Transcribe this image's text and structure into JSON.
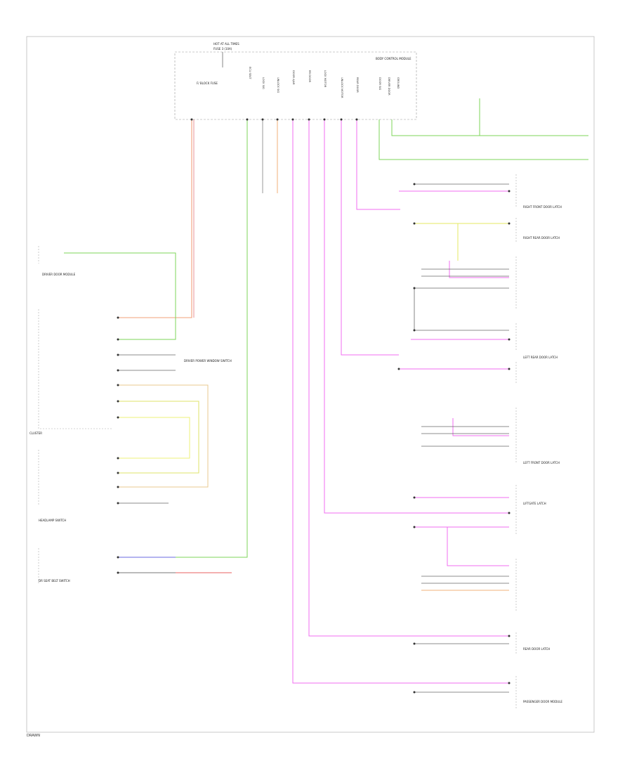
{
  "diagram": {
    "module": {
      "top_labels": [
        "HOT AT ALL TIMES",
        "FUSE 3 (10A)"
      ],
      "fuse_label": "F/\nBLOCK\nFUSE",
      "name": "BODY CONTROL MODULE",
      "pins": [
        "ECU SEAT",
        "LOCK SIG",
        "UNLOCK SIG",
        "DOOR AJAR",
        "RR DOOR",
        "LOCK MOTOR",
        "UNLOCK MOTOR",
        "REAR DOOR",
        "DOOR SIG",
        "DRIVER DOOR",
        "GROUND"
      ]
    },
    "left_components": [
      "DRIVER DOOR MODULE",
      "DRIVER POWER WINDOW SWITCH",
      "CLUSTER",
      "HEADLAMP SWITCH",
      "DR SEAT BELT SWITCH"
    ],
    "right_components": [
      "RIGHT FRONT DOOR LATCH",
      "RIGHT REAR DOOR LATCH",
      "LEFT REAR DOOR LATCH",
      "LEFT FRONT DOOR LATCH",
      "LIFTGATE LATCH",
      "REAR DOOR LATCH",
      "PASSENGER DOOR MODULE"
    ],
    "footer": "DRAWN"
  }
}
